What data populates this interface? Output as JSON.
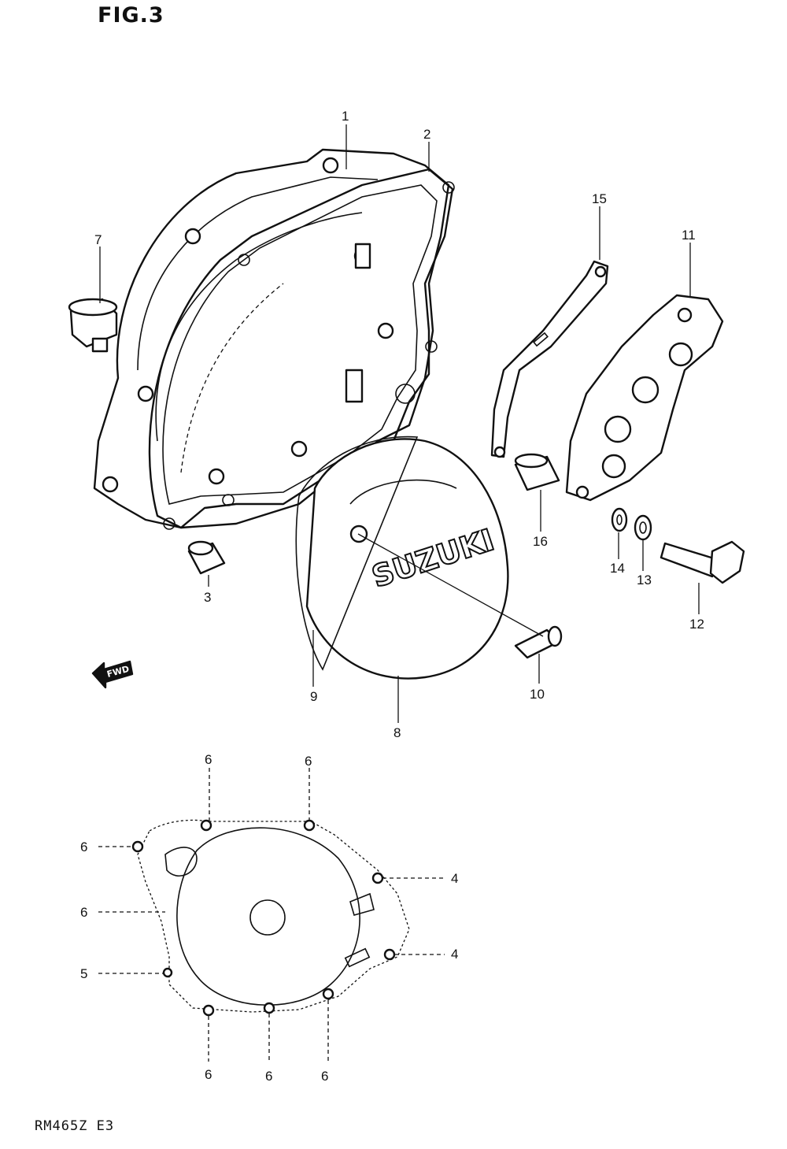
{
  "figure_title": "FIG.3",
  "model_code": "RM465Z  E3",
  "brand_text": "SUZUKI",
  "fwd_text": "FWD",
  "callouts": {
    "c1": "1",
    "c2": "2",
    "c3": "3",
    "c7": "7",
    "c8": "8",
    "c9": "9",
    "c10": "10",
    "c11": "11",
    "c12": "12",
    "c13": "13",
    "c14": "14",
    "c15": "15",
    "c16": "16",
    "c6a": "6",
    "c6b": "6",
    "c6c": "6",
    "c6d": "6",
    "c6e": "6",
    "c6f": "6",
    "c6g": "6",
    "c4a": "4",
    "c4b": "4",
    "c5": "5"
  }
}
